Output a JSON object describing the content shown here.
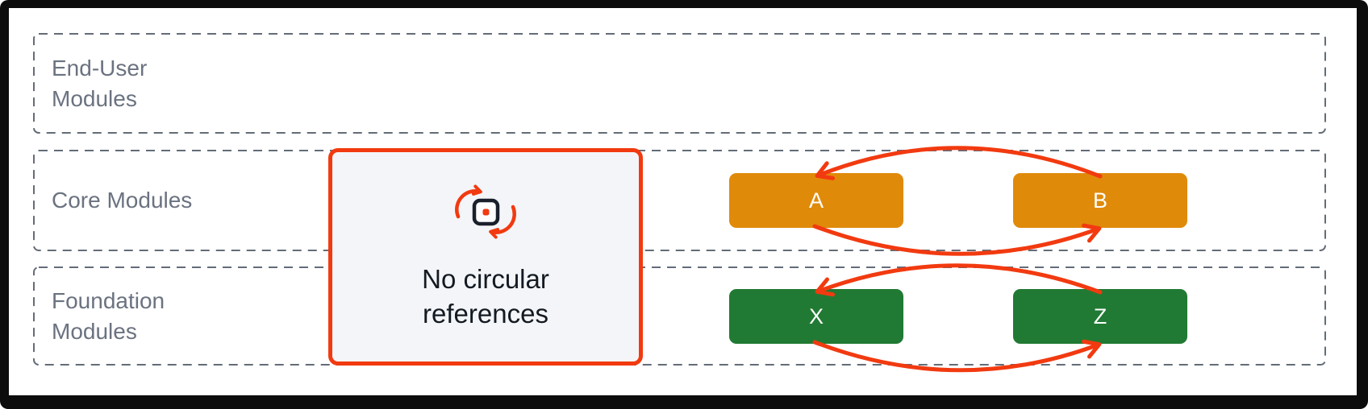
{
  "layers": [
    {
      "label": "End-User Modules"
    },
    {
      "label": "Core Modules"
    },
    {
      "label": "Foundation Modules"
    }
  ],
  "modules": [
    {
      "label": "A",
      "layer": "Core Modules",
      "color": "#e08a0a"
    },
    {
      "label": "B",
      "layer": "Core Modules",
      "color": "#e08a0a"
    },
    {
      "label": "X",
      "layer": "Foundation Modules",
      "color": "#217a33"
    },
    {
      "label": "Z",
      "layer": "Foundation Modules",
      "color": "#217a33"
    }
  ],
  "callout": {
    "text": "No circular references",
    "icon": "circular-reference-icon",
    "border_color": "#f23a10",
    "background": "#f4f5f8"
  },
  "arrows": {
    "color": "#f23a10",
    "pairs": [
      {
        "from": "B",
        "to": "A"
      },
      {
        "from": "A",
        "to": "B"
      },
      {
        "from": "Z",
        "to": "X"
      },
      {
        "from": "X",
        "to": "Z"
      }
    ]
  },
  "colors": {
    "layer_border": "#646c78",
    "layer_label": "#6b7280",
    "frame": "#0c0c0c",
    "canvas": "#ffffff"
  }
}
